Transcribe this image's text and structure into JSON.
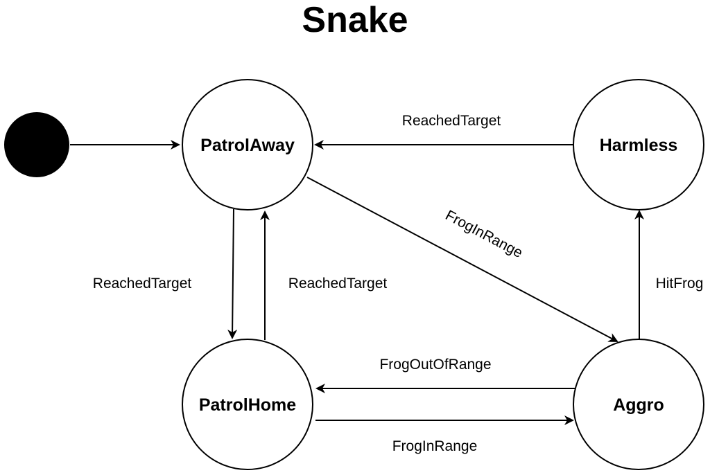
{
  "title": "Snake",
  "colors": {
    "stroke": "#000000",
    "background": "#ffffff",
    "initial_fill": "#000000"
  },
  "states": [
    {
      "id": "patrol_away",
      "label": "PatrolAway"
    },
    {
      "id": "harmless",
      "label": "Harmless"
    },
    {
      "id": "patrol_home",
      "label": "PatrolHome"
    },
    {
      "id": "aggro",
      "label": "Aggro"
    }
  ],
  "transitions": [
    {
      "from": "initial",
      "to": "patrol_away",
      "label": ""
    },
    {
      "from": "harmless",
      "to": "patrol_away",
      "label": "ReachedTarget"
    },
    {
      "from": "patrol_away",
      "to": "aggro",
      "label": "FrogInRange"
    },
    {
      "from": "patrol_away",
      "to": "patrol_home",
      "label": "ReachedTarget"
    },
    {
      "from": "patrol_home",
      "to": "patrol_away",
      "label": "ReachedTarget"
    },
    {
      "from": "aggro",
      "to": "harmless",
      "label": "HitFrog"
    },
    {
      "from": "aggro",
      "to": "patrol_home",
      "label": "FrogOutOfRange"
    },
    {
      "from": "patrol_home",
      "to": "aggro",
      "label": "FrogInRange"
    }
  ]
}
